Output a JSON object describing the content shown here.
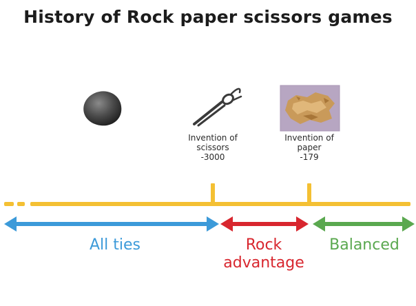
{
  "title": "History of Rock paper scissors games",
  "events": [
    {
      "name": "Invention of",
      "name2": "scissors",
      "year": "-3000",
      "icon": "scissors-icon"
    },
    {
      "name": "Invention of",
      "name2": "paper",
      "year": "-179",
      "icon": "paper-icon"
    }
  ],
  "rock": {
    "icon": "rock-icon"
  },
  "phases": [
    {
      "label": "All ties",
      "color": "#3c9ad9"
    },
    {
      "label": "Rock",
      "label2": "advantage",
      "color": "#d8262e"
    },
    {
      "label": "Balanced",
      "color": "#5aa84f"
    }
  ],
  "colors": {
    "timeline": "#f4c033",
    "title": "#1c1c1c"
  }
}
